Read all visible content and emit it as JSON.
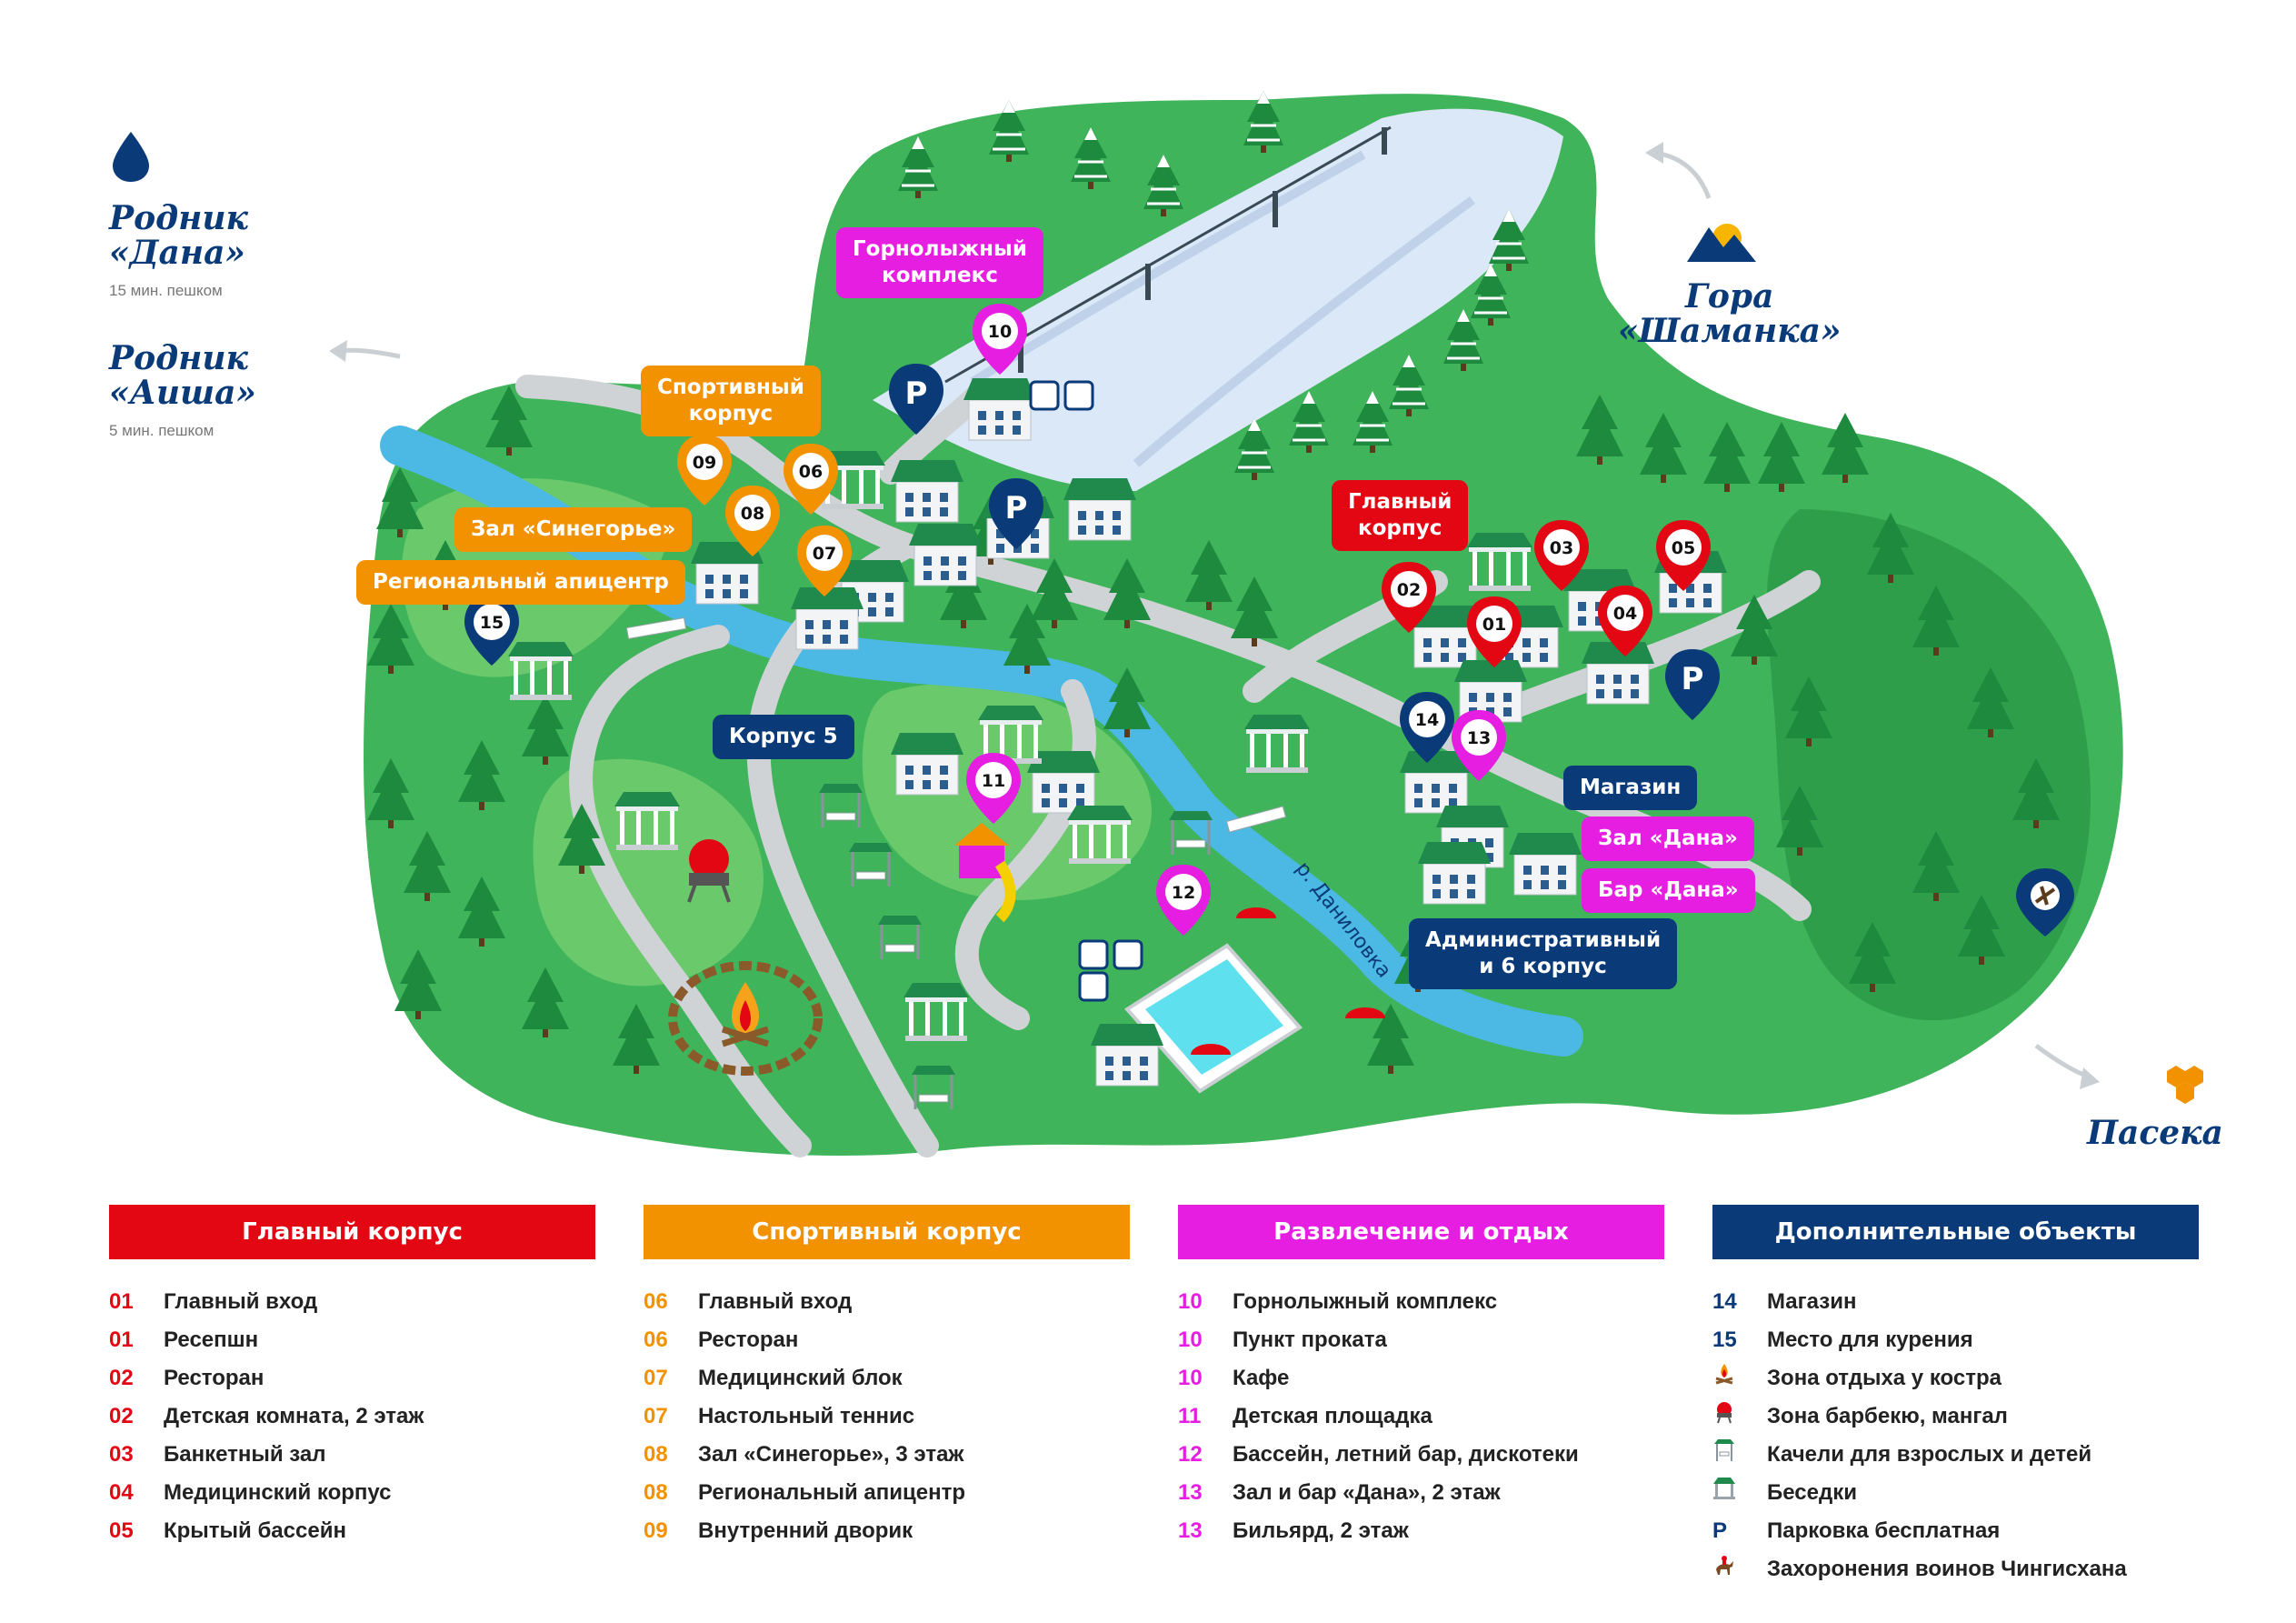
{
  "colors": {
    "main": "#e30613",
    "sport": "#f39200",
    "fun": "#e61ee1",
    "extra": "#0a3a78",
    "grass": "#3fb45a",
    "grass_light": "#69c96b",
    "snow": "#dbe8f7",
    "river": "#4cb8e4",
    "road": "#cfd3d6"
  },
  "external": {
    "rodnik_dana": {
      "title_line1": "Родник",
      "title_line2": "«Дана»",
      "subtitle": "15 мин. пешком"
    },
    "rodnik_aisha": {
      "title_line1": "Родник",
      "title_line2": "«Аиша»",
      "subtitle": "5 мин. пешком"
    },
    "gora": {
      "title_line1": "Гора",
      "title_line2": "«Шаманка»"
    },
    "paseka": {
      "title": "Пасека"
    }
  },
  "callouts": {
    "ski": {
      "line1": "Горнолыжный",
      "line2": "комплекс"
    },
    "sport": {
      "line1": "Спортивный",
      "line2": "корпус"
    },
    "main": {
      "line1": "Главный",
      "line2": "корпус"
    },
    "sinegorye": "Зал «Синегорье»",
    "apicenter": "Региональный апицентр",
    "korpus5": "Корпус 5",
    "magazin": "Магазин",
    "zal_dana": "Зал «Дана»",
    "bar_dana": "Бар «Дана»",
    "admin": {
      "line1": "Административный",
      "line2": "и 6 корпус"
    }
  },
  "river_label": "р. Даниловка",
  "pins": [
    {
      "label": "01",
      "group": "main"
    },
    {
      "label": "02",
      "group": "main"
    },
    {
      "label": "03",
      "group": "main"
    },
    {
      "label": "04",
      "group": "main"
    },
    {
      "label": "05",
      "group": "main"
    },
    {
      "label": "06",
      "group": "sport"
    },
    {
      "label": "07",
      "group": "sport"
    },
    {
      "label": "08",
      "group": "sport"
    },
    {
      "label": "09",
      "group": "sport"
    },
    {
      "label": "10",
      "group": "fun"
    },
    {
      "label": "11",
      "group": "fun"
    },
    {
      "label": "12",
      "group": "fun"
    },
    {
      "label": "13",
      "group": "fun"
    },
    {
      "label": "14",
      "group": "extra"
    },
    {
      "label": "15",
      "group": "extra"
    }
  ],
  "parking_label": "P",
  "legend": [
    {
      "title": "Главный корпус",
      "color": "#e30613",
      "items": [
        {
          "num": "01",
          "text": "Главный вход"
        },
        {
          "num": "01",
          "text": "Ресепшн"
        },
        {
          "num": "02",
          "text": "Ресторан"
        },
        {
          "num": "02",
          "text": "Детская комната, 2 этаж"
        },
        {
          "num": "03",
          "text": "Банкетный зал"
        },
        {
          "num": "04",
          "text": "Медицинский корпус"
        },
        {
          "num": "05",
          "text": "Крытый бассейн"
        }
      ]
    },
    {
      "title": "Спортивный корпус",
      "color": "#f39200",
      "items": [
        {
          "num": "06",
          "text": "Главный вход"
        },
        {
          "num": "06",
          "text": "Ресторан"
        },
        {
          "num": "07",
          "text": "Медицинский блок"
        },
        {
          "num": "07",
          "text": "Настольный теннис"
        },
        {
          "num": "08",
          "text": "Зал «Синегорье», 3 этаж"
        },
        {
          "num": "08",
          "text": "Региональный апицентр"
        },
        {
          "num": "09",
          "text": "Внутренний дворик"
        }
      ]
    },
    {
      "title": "Развлечение и отдых",
      "color": "#e61ee1",
      "items": [
        {
          "num": "10",
          "text": "Горнолыжный комплекс"
        },
        {
          "num": "10",
          "text": "Пункт проката"
        },
        {
          "num": "10",
          "text": "Кафе"
        },
        {
          "num": "11",
          "text": "Детская площадка"
        },
        {
          "num": "12",
          "text": "Бассейн, летний бар, дискотеки"
        },
        {
          "num": "13",
          "text": "Зал и бар «Дана», 2 этаж"
        },
        {
          "num": "13",
          "text": "Бильярд, 2 этаж"
        }
      ]
    },
    {
      "title": "Дополнительные объекты",
      "color": "#0a3a78",
      "items": [
        {
          "num": "14",
          "text": "Магазин"
        },
        {
          "num": "15",
          "text": "Место для курения"
        },
        {
          "icon": "campfire-icon",
          "text": "Зона отдыха у костра"
        },
        {
          "icon": "bbq-grill-icon",
          "text": "Зона барбекю, мангал"
        },
        {
          "icon": "swing-icon",
          "text": "Качели для взрослых и детей"
        },
        {
          "icon": "gazebo-icon",
          "text": "Беседки"
        },
        {
          "num": "P",
          "text": "Парковка бесплатная"
        },
        {
          "icon": "horse-rider-icon",
          "text": "Захоронения воинов Чингисхана"
        }
      ]
    }
  ]
}
